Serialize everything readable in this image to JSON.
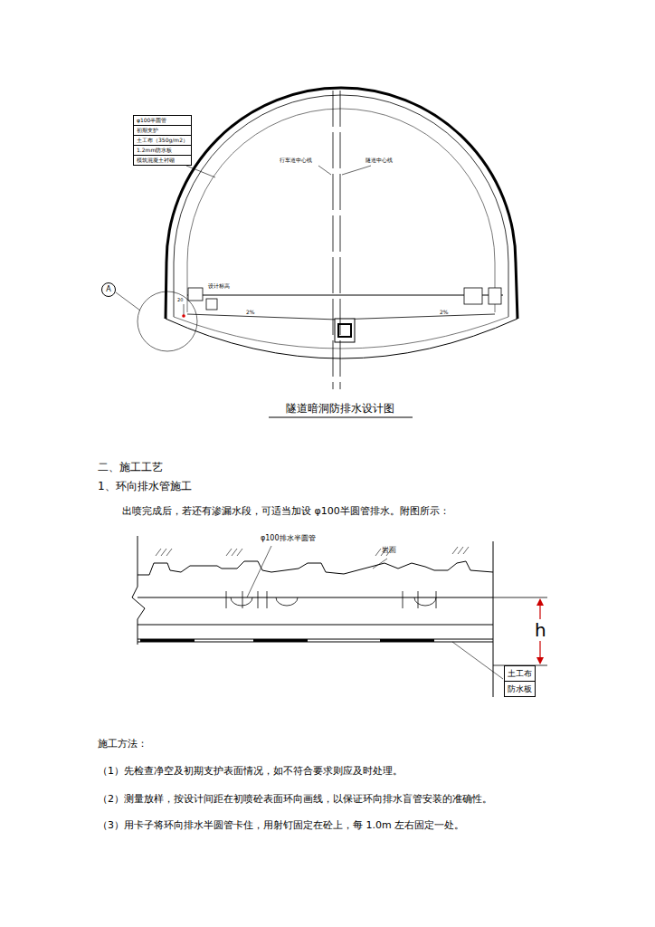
{
  "diagram": {
    "caption": "隧道暗洞防排水设计图",
    "nodes": [
      {
        "text": [
          "φ100半圆管",
          "初期支护",
          "土工布（350g/m2）",
          "1.2mm防水板",
          "模筑混凝土衬砌"
        ]
      },
      {
        "text": [
          "A"
        ]
      },
      {
        "text": [
          "土工布",
          "防水板"
        ]
      }
    ],
    "labels": [
      "行车道中心线",
      "隧道中心线",
      "设计标高",
      "20",
      "2%",
      "2%",
      "二、施工工艺",
      "1、环向排水管施工",
      "出喷完成后，若还有渗漏水段，可适当加设 φ100半圆管排水。附图所示：",
      "φ100排水半圆管",
      "岩面",
      "h",
      "施工方法：",
      "（1）先检查净空及初期支护表面情况，如不符合要求则应及时处理。",
      "（2）测量放样，按设计间距在初喷砼表面环向画线，以保证环向排水盲管安装的准确性。",
      "（3）用卡子将环向排水半圆管卡住，用射钉固定在砼上，每 1.0m 左右固定一处。"
    ]
  }
}
